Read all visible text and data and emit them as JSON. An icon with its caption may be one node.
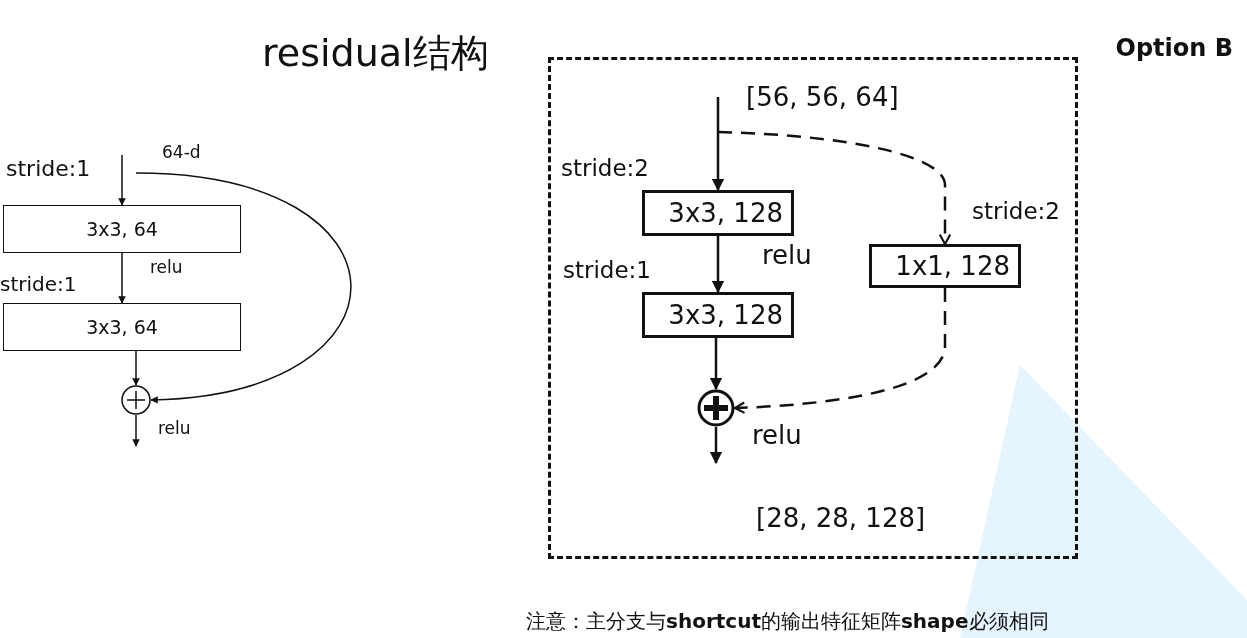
{
  "diagram": {
    "title": "residual结构",
    "caption": "注意：主分支与**shortcut**的输出特征矩阵**shape**必须相同",
    "nodes": [
      {
        "text": [
          "3x3, 64"
        ]
      },
      {
        "text": [
          "3x3, 64"
        ]
      },
      {
        "text": [],
        "shape": "circle"
      },
      {
        "text": [
          "Option B"
        ]
      },
      {
        "text": [
          "3x3, 128"
        ],
        "in": 3
      },
      {
        "text": [
          "3x3, 128"
        ],
        "in": 3
      },
      {
        "text": [
          "1x1, 128"
        ],
        "in": 3
      },
      {
        "text": [],
        "shape": "circle",
        "in": 3
      }
    ],
    "edges": [
      {
        "from": null,
        "to": 0,
        "arrow": "to"
      },
      {
        "from": 0,
        "to": 1,
        "arrow": "to"
      },
      {
        "from": 1,
        "to": 2,
        "arrow": "to"
      },
      {
        "from": null,
        "to": 2,
        "arrow": "to"
      },
      {
        "from": 2,
        "to": null,
        "arrow": "to"
      },
      {
        "from": null,
        "to": 4,
        "arrow": "to"
      },
      {
        "from": 4,
        "to": 5,
        "arrow": "to"
      },
      {
        "from": 5,
        "to": 7,
        "arrow": "to"
      },
      {
        "from": null,
        "to": 6,
        "arrow": "to",
        "style": "dashed"
      },
      {
        "from": 6,
        "to": 7,
        "arrow": "to",
        "style": "dashed"
      },
      {
        "from": 7,
        "to": null,
        "arrow": "to"
      }
    ],
    "labels": [
      "64-d",
      "stride:1",
      "relu",
      "stride:1",
      "relu",
      "[56, 56, 64]",
      "stride:2",
      "stride:2",
      "relu",
      "stride:1",
      "relu",
      "[28, 28, 128]"
    ]
  }
}
